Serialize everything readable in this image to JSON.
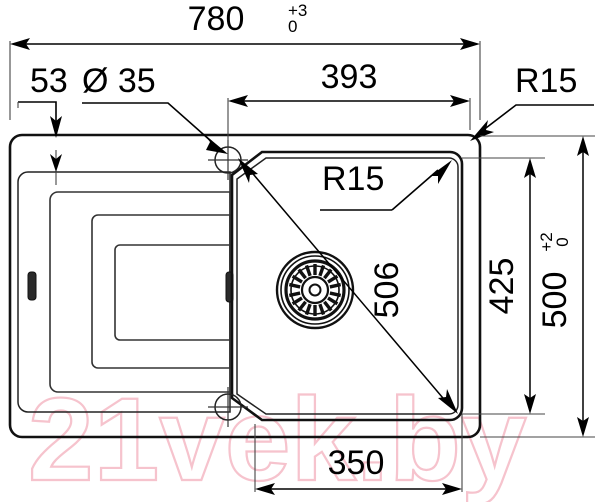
{
  "drawing": {
    "title": "Kitchen sink technical dimension drawing",
    "watermark": "21vek.by",
    "watermark_color": "#f6c3cd",
    "line_color": "#111111",
    "background": "#ffffff"
  },
  "dimensions": {
    "overall_width": {
      "label": "780",
      "tolerance_upper": "+3",
      "tolerance_lower": "0",
      "name": "overall-width-dimension"
    },
    "overall_height": {
      "label": "500",
      "tolerance_upper": "+2",
      "tolerance_lower": "0",
      "name": "overall-height-dimension"
    },
    "left_offset": {
      "label": "53",
      "name": "left-offset-dimension"
    },
    "faucet_hole": {
      "label": "Ø 35",
      "name": "faucet-hole-diameter"
    },
    "bowl_width": {
      "label": "393",
      "name": "bowl-width-dimension"
    },
    "corner_radius_outer": {
      "label": "R15",
      "name": "outer-corner-radius"
    },
    "corner_radius_bowl": {
      "label": "R15",
      "name": "bowl-corner-radius"
    },
    "bowl_diagonal": {
      "label": "506",
      "name": "bowl-diagonal-dimension"
    },
    "inner_height": {
      "label": "425",
      "name": "inner-height-dimension"
    },
    "bowl_bottom_width": {
      "label": "350",
      "name": "bowl-bottom-width-dimension"
    }
  }
}
